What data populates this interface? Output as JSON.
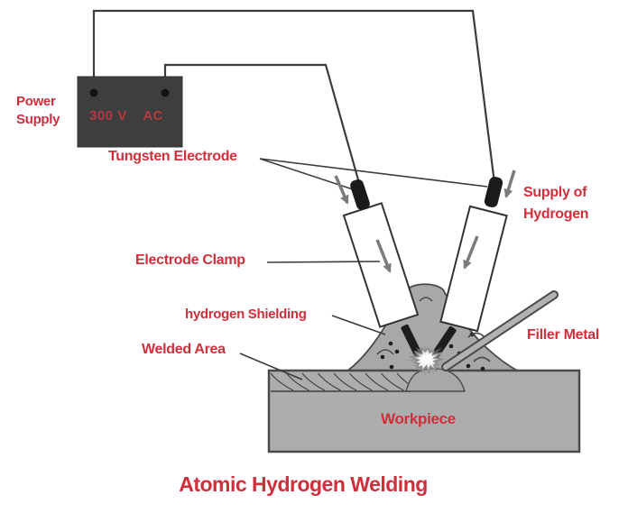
{
  "diagram_title": "Atomic Hydrogen Welding",
  "colors": {
    "label_red": "#ce2f3b",
    "panel_text_red": "#b23a42",
    "power_box_gray": "#3e3e3e",
    "line_dark": "#3c3c3c",
    "shielding_gas_gray": "#a8a8a8",
    "workpiece_gray": "#adadad",
    "arrow_gray": "#7b7b7b"
  },
  "power_supply": {
    "label": "Power\nSupply",
    "voltage": "300 V",
    "current_type": "AC"
  },
  "labels": {
    "tungsten_electrode": "Tungsten Electrode",
    "supply_of_hydrogen": "Supply of\nHydrogen",
    "electrode_clamp": "Electrode Clamp",
    "hydrogen_shielding": "hydrogen Shielding",
    "welded_area": "Welded Area",
    "filler_metal": "Filler Metal",
    "workpiece": "Workpiece"
  }
}
